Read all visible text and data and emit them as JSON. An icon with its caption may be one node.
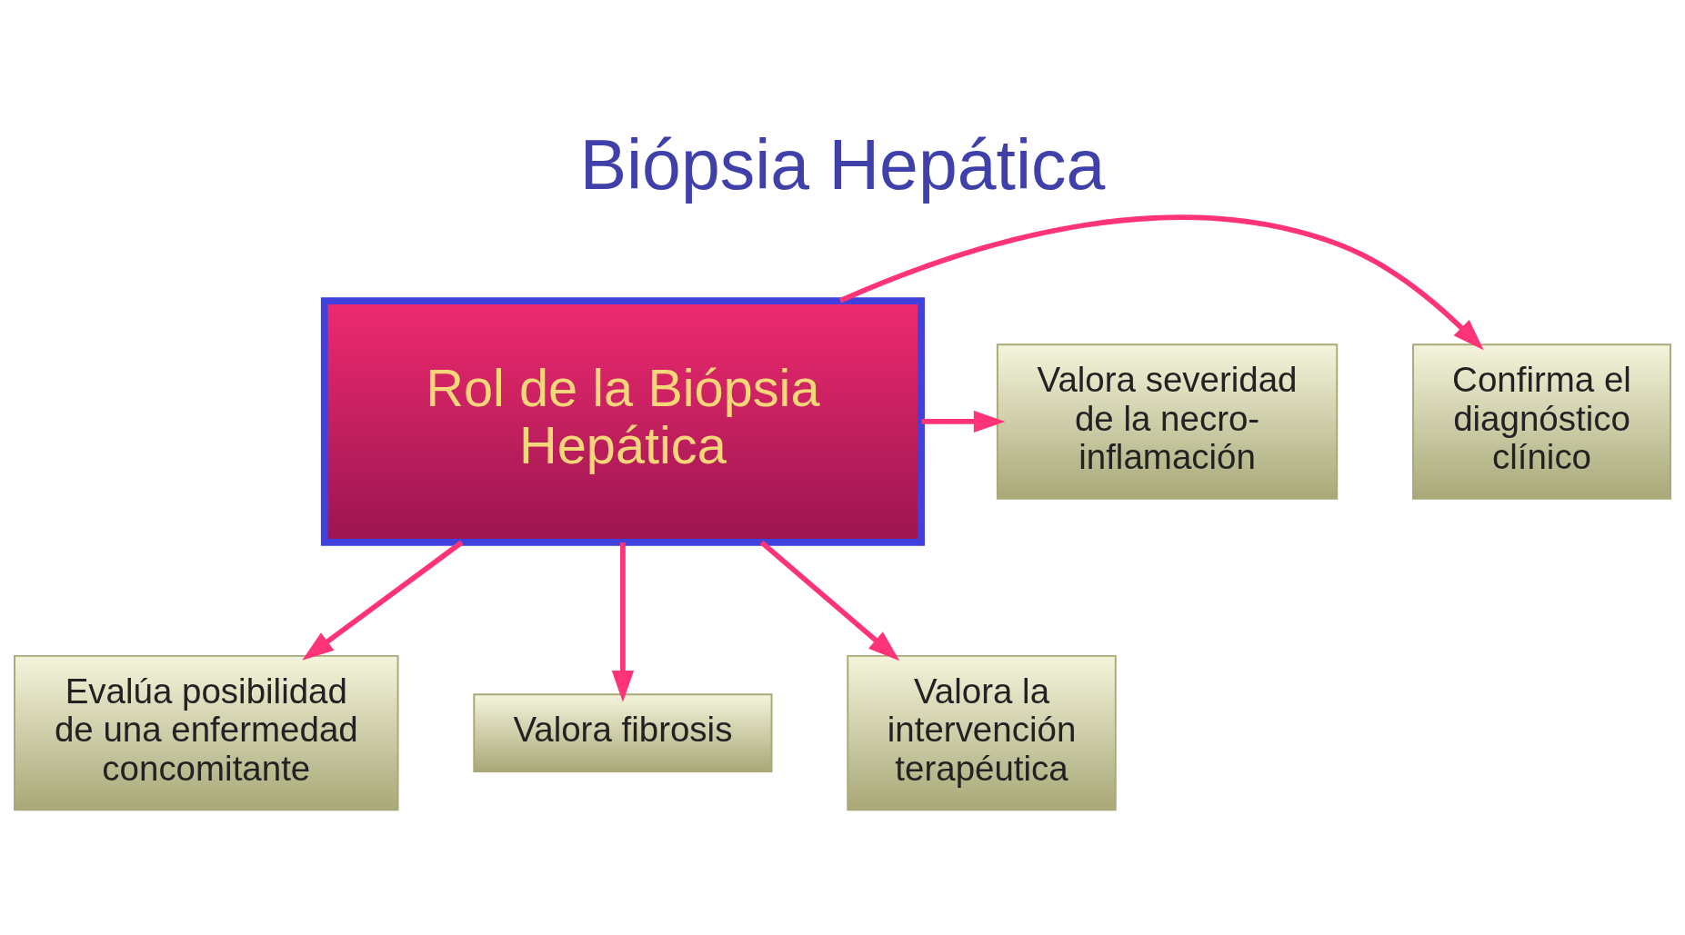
{
  "diagram": {
    "title": "Biópsia Hepática",
    "nodes": [
      {
        "text": [
          "Rol de la Biópsia Hepática"
        ]
      },
      {
        "text": [
          "Confirma el diagnóstico clínico"
        ]
      },
      {
        "text": [
          "Valora severidad de la necro-inflamación"
        ]
      },
      {
        "text": [
          "Evalúa posibilidad de una enfermedad concomitante"
        ]
      },
      {
        "text": [
          "Valora fibrosis"
        ]
      },
      {
        "text": [
          "Valora la intervención terapéutica"
        ]
      }
    ],
    "edges": [
      {
        "from": 0,
        "to": 1,
        "arrow": "to"
      },
      {
        "from": 0,
        "to": 2,
        "arrow": "to"
      },
      {
        "from": 0,
        "to": 3,
        "arrow": "to"
      },
      {
        "from": 0,
        "to": 4,
        "arrow": "to"
      },
      {
        "from": 0,
        "to": 5,
        "arrow": "to"
      }
    ]
  }
}
